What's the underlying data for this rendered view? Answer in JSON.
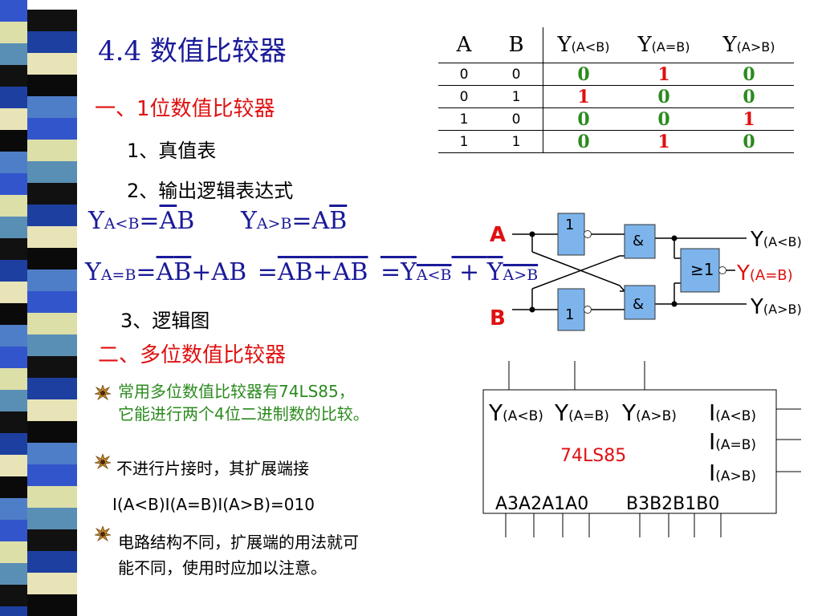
{
  "title": "4.4 数值比较器",
  "section1": {
    "heading": "一、1位数值比较器",
    "item1": "1、真值表",
    "item2": "2、输出逻辑表达式",
    "item3": "3、逻辑图"
  },
  "truth_table": {
    "headers": [
      "A",
      "B",
      "Y",
      "Y",
      "Y"
    ],
    "header_subs": [
      "",
      "",
      "(A<B)",
      "(A=B)",
      "(A>B)"
    ],
    "rows": [
      [
        "0",
        "0",
        "0",
        "1",
        "0"
      ],
      [
        "0",
        "1",
        "1",
        "0",
        "0"
      ],
      [
        "1",
        "0",
        "0",
        "0",
        "1"
      ],
      [
        "1",
        "1",
        "0",
        "1",
        "0"
      ]
    ],
    "colors": {
      "red": "#e01010",
      "green": "#2b8a1e"
    }
  },
  "formulas": {
    "f1_y": "Y",
    "f1_sub": "A<B",
    "f1_eq": "=",
    "f1_a": "A",
    "f1_b": "B",
    "f2_y": "Y",
    "f2_sub": "A>B",
    "f2_eq": "=",
    "f2_a": "A",
    "f2_b": "B",
    "f3_y": "Y",
    "f3_sub": "A=B",
    "f3_eq": "=",
    "f3_a1": "A",
    "f3_b1": "B",
    "f3_plus": "+AB",
    "f3_eq2": "=",
    "f3_ab": "AB",
    "f3_plus2": "+",
    "f3_a2": "A",
    "f3_b2": "B",
    "f3_eq3": "=Y",
    "f3_sub2": "A<B",
    "f3_plus3": " + ",
    "f3_y3": "Y",
    "f3_sub3": "A>B"
  },
  "logic_diagram": {
    "input_a": "A",
    "input_b": "B",
    "not_label": "1",
    "and_label": "&",
    "nor_label": "≥1",
    "out_y": "Y",
    "out_lt": "(A<B)",
    "out_eq": "(A=B)",
    "out_gt": "(A>B)"
  },
  "section2": {
    "heading": "二、多位数值比较器",
    "bullet1_line1": "常用多位数值比较器有74LS85，",
    "bullet1_line2": "它能进行两个4位二进制数的比较。",
    "bullet2": "不进行片接时，其扩展端接",
    "ext_line": "I(A<B)I(A=B)I(A>B)=010",
    "bullet3_line1": "电路结构不同，扩展端的用法就可",
    "bullet3_line2": "能不同，使用时应加以注意。"
  },
  "chip": {
    "name": "74LS85",
    "out_y": "Y",
    "out_lt": "(A<B)",
    "out_eq": "(A=B)",
    "out_gt": "(A>B)",
    "in_i": "I",
    "in_lt": "(A<B)",
    "in_eq": "(A=B)",
    "in_gt": "(A>B)",
    "a_inputs": "A3A2A1A0",
    "b_inputs": "B3B2B1B0"
  }
}
